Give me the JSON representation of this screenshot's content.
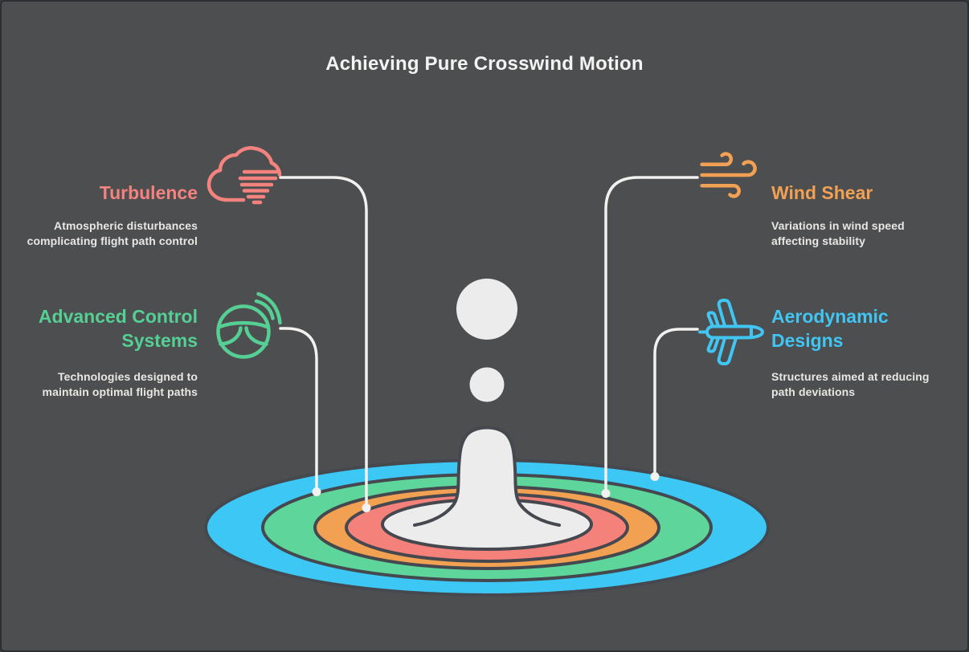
{
  "title": "Achieving Pure Crosswind Motion",
  "items": [
    {
      "id": "turbulence",
      "label": "Turbulence",
      "description": "Atmospheric disturbances\ncomplicating flight path control",
      "accent_color": "#f4837f",
      "icon": "storm-cloud-icon",
      "side": "left"
    },
    {
      "id": "wind-shear",
      "label": "Wind Shear",
      "description": "Variations in wind speed\naffecting stability",
      "accent_color": "#f2a154",
      "icon": "wind-gust-icon",
      "side": "right"
    },
    {
      "id": "advanced-control-systems",
      "label": "Advanced Control\nSystems",
      "description": "Technologies designed to\nmaintain optimal flight paths",
      "accent_color": "#55cf94",
      "icon": "steering-wheel-icon",
      "side": "left"
    },
    {
      "id": "aerodynamic-designs",
      "label": "Aerodynamic\nDesigns",
      "description": "Structures aimed at reducing\npath deviations",
      "accent_color": "#41c5f2",
      "icon": "airplane-icon",
      "side": "right"
    }
  ],
  "illustration": {
    "name": "water-splash-with-ripple-rings",
    "ring_colors_outer_to_inner": [
      "#3cc7f5",
      "#5ed69b",
      "#f2a153",
      "#f5817b"
    ],
    "pool_color": "#ececec",
    "droplet_color": "#ececec",
    "outline_color": "#45484e",
    "connector_color": "#f2f1ef"
  },
  "colors": {
    "background": "#4d4e4f",
    "border": "#2b2f33",
    "title": "#f3f3f3",
    "description_text": "#e9e7e4"
  }
}
